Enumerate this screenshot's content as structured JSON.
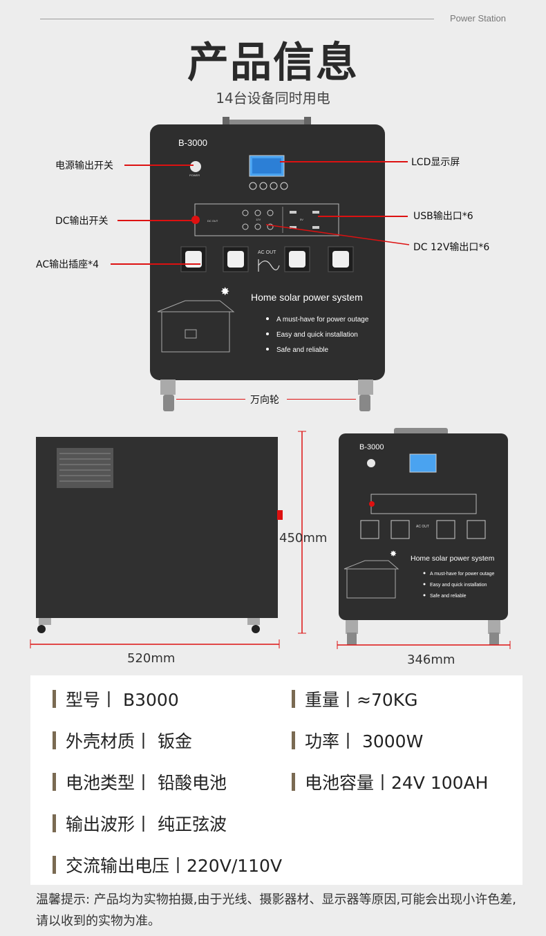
{
  "header": {
    "brand": "Power Station",
    "title": "产品信息",
    "subtitle": "14台设备同时用电"
  },
  "front_panel": {
    "model": "B-3000",
    "power_label": "POWER",
    "dc_out_label": "DC OUT",
    "v12_label": "12V",
    "v5_label": "5V",
    "ac_out_label": "AC OUT",
    "system_title": "Home solar power system",
    "bullets": [
      "A must-have for power outage",
      "Easy and quick installation",
      "Safe  and  reliable"
    ]
  },
  "callouts": {
    "power_switch": "电源输出开关",
    "dc_switch": "DC输出开关",
    "ac_sockets": "AC输出插座*4",
    "lcd": "LCD显示屏",
    "usb": "USB输出口*6",
    "dc12v": "DC 12V输出口*6",
    "wheels": "万向轮"
  },
  "dimensions": {
    "height": "450mm",
    "length": "520mm",
    "width": "346mm"
  },
  "specs": [
    {
      "text": "型号丨  B3000"
    },
    {
      "text": "重量丨≈70KG"
    },
    {
      "text": "外壳材质丨 钣金"
    },
    {
      "text": "功率丨 3000W"
    },
    {
      "text": "电池类型丨 铅酸电池"
    },
    {
      "text": "电池容量丨24V 100AH"
    },
    {
      "text": "输出波形丨 纯正弦波"
    },
    {
      "text": "交流输出电压丨220V/110V"
    }
  ],
  "note": "温馨提示: 产品均为实物拍摄,由于光线、摄影器材、显示器等原因,可能会出现小许色差,请以收到的实物为准。",
  "colors": {
    "accent": "#d11111",
    "spec_bar": "#7a6a52",
    "device": "#2e2e2e"
  }
}
